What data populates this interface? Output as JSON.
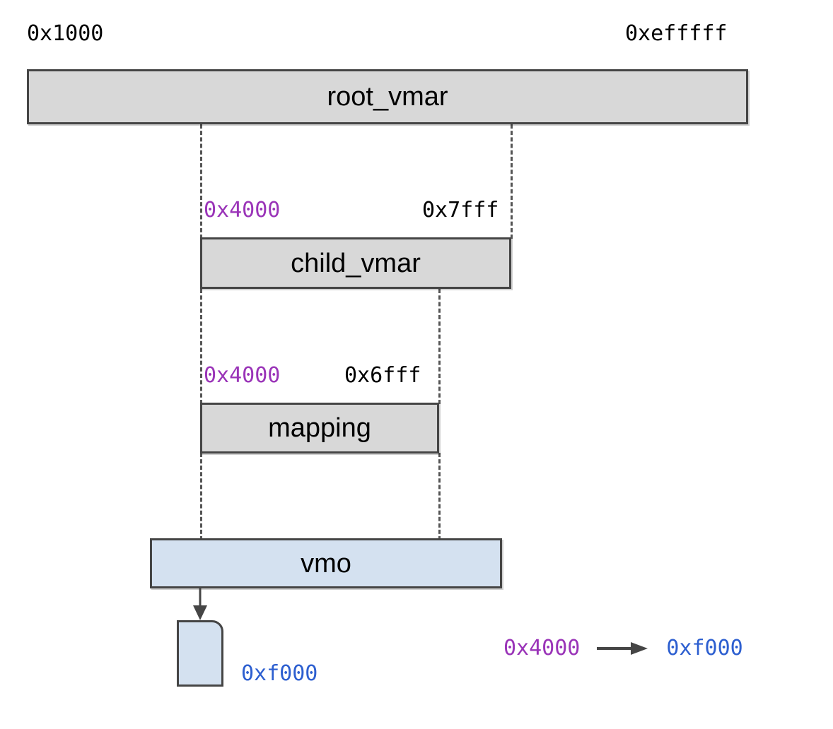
{
  "diagram": {
    "title": "vmar-vmo address space diagram",
    "colors": {
      "box_fill_gray": "#d8d8d8",
      "box_fill_blue": "#d4e1f0",
      "box_stroke": "#454545",
      "addr_purple": "#9a34b8",
      "addr_blue": "#2d5fd0",
      "addr_black": "#000000",
      "dash_line": "#555555",
      "background": "#ffffff"
    },
    "top_labels": {
      "left": "0x1000",
      "right": "0xefffff"
    },
    "boxes": [
      {
        "name": "root_vmar",
        "label": "root_vmar",
        "fill": "gray"
      },
      {
        "name": "child_vmar",
        "label": "child_vmar",
        "fill": "gray"
      },
      {
        "name": "mapping",
        "label": "mapping",
        "fill": "gray"
      },
      {
        "name": "vmo",
        "label": "vmo",
        "fill": "blue"
      }
    ],
    "child_vmar_range": {
      "start": "0x4000",
      "end": "0x7fff",
      "start_color": "purple",
      "end_color": "black"
    },
    "mapping_range": {
      "start": "0x4000",
      "end": "0x6fff",
      "start_color": "purple",
      "end_color": "black"
    },
    "page": {
      "label": "0xf000",
      "label_color": "blue"
    },
    "legend": {
      "from": "0x4000",
      "arrow": "right-arrow",
      "to": "0xf000",
      "from_color": "purple",
      "to_color": "blue"
    }
  }
}
